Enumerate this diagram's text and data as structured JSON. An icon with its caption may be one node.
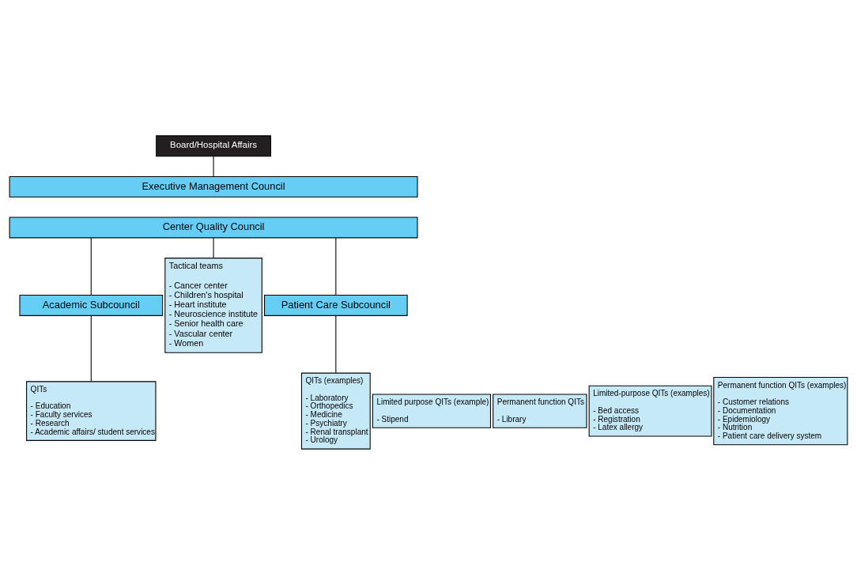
{
  "diagram": {
    "nodes": [
      {
        "text": [
          "Board/Hospital Affairs"
        ]
      },
      {
        "text": [
          "Executive Management Council"
        ]
      },
      {
        "text": [
          "Center Quality Council"
        ]
      },
      {
        "text": [
          "Academic Subcouncil"
        ]
      },
      {
        "text": [
          "Tactical teams",
          "- Cancer center",
          "- Children's hospital",
          "- Heart institute",
          "- Neuroscience institute",
          "- Senior health care",
          "- Vascular center",
          "- Women"
        ]
      },
      {
        "text": [
          "Patient Care Subcouncil"
        ]
      },
      {
        "text": [
          "QITs",
          "- Education",
          "- Faculty services",
          "- Research",
          "- Academic affairs/ student services"
        ]
      },
      {
        "text": [
          "Limited purpose QITs (example)",
          "- Stipend"
        ]
      },
      {
        "text": [
          "Permanent function QITs",
          "- Library"
        ]
      },
      {
        "text": [
          "QITs (examples)",
          "- Laboratory",
          "- Orthopedics",
          "- Medicine",
          "- Psychiatry",
          "- Renal transplant",
          "- Urology"
        ]
      },
      {
        "text": [
          "Limited-purpose QITs (examples)",
          "- Bed access",
          "- Registration",
          "- Latex allergy"
        ]
      },
      {
        "text": [
          "Permanent function QITs (examples)",
          "- Customer relations",
          "- Documentation",
          "- Epidemiology",
          "- Nutrition",
          "- Patient care delivery system"
        ]
      }
    ],
    "edges": [
      {
        "from": 0,
        "to": 1,
        "arrow": "none"
      },
      {
        "from": 2,
        "to": 3,
        "arrow": "none"
      },
      {
        "from": 2,
        "to": 4,
        "arrow": "none"
      },
      {
        "from": 2,
        "to": 5,
        "arrow": "none"
      },
      {
        "from": 3,
        "to": 6,
        "arrow": "none"
      },
      {
        "from": 5,
        "to": 9,
        "arrow": "none"
      }
    ]
  }
}
